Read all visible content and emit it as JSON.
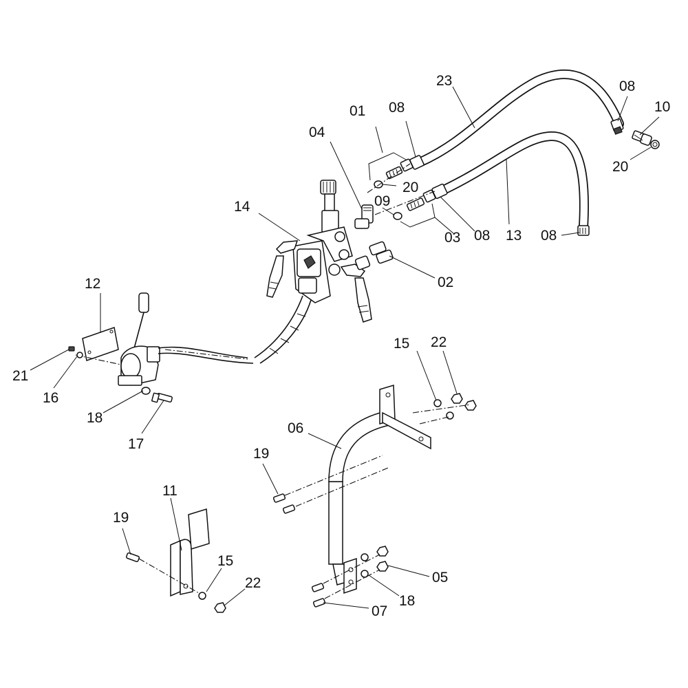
{
  "diagram": {
    "callouts": {
      "c01": "01",
      "c02": "02",
      "c03": "03",
      "c04": "04",
      "c05": "05",
      "c06": "06",
      "c07": "07",
      "c08a": "08",
      "c08b": "08",
      "c08c": "08",
      "c08d": "08",
      "c09": "09",
      "c10": "10",
      "c11": "11",
      "c12": "12",
      "c13": "13",
      "c14": "14",
      "c15a": "15",
      "c15b": "15",
      "c16": "16",
      "c17": "17",
      "c18a": "18",
      "c18b": "18",
      "c19a": "19",
      "c19b": "19",
      "c20a": "20",
      "c20b": "20",
      "c21": "21",
      "c22a": "22",
      "c22b": "22",
      "c23": "23"
    }
  }
}
